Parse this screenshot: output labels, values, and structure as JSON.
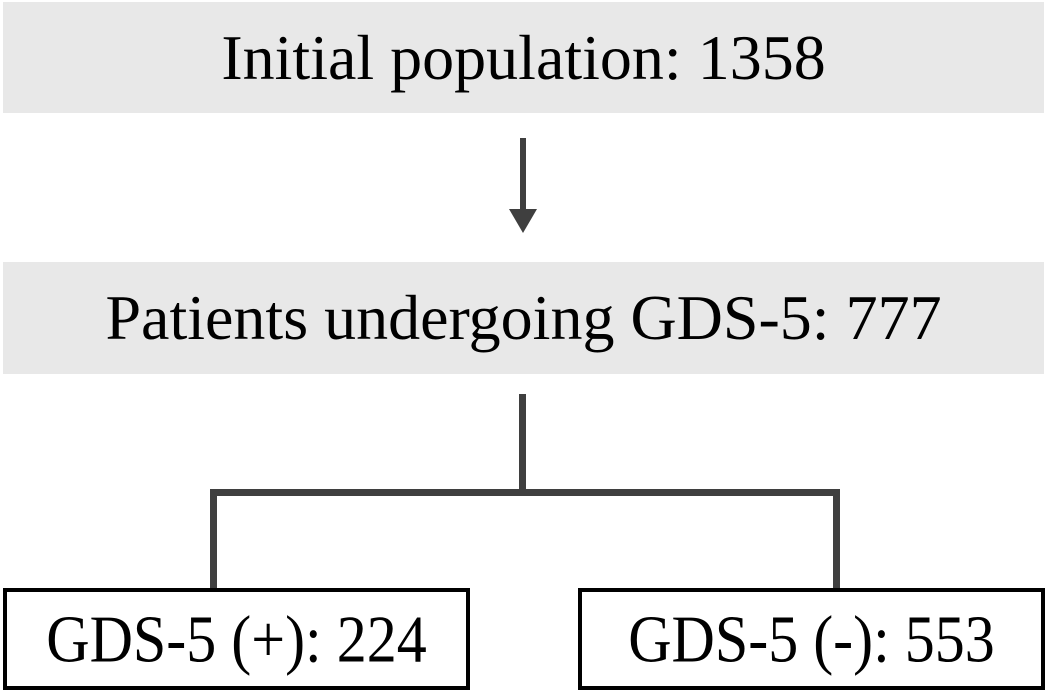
{
  "figure": {
    "background": "#ffffff",
    "colors": {
      "node_fill": "#e8e8e8",
      "connector": "#3f3f3f",
      "box_border": "#000000",
      "text": "#000000"
    },
    "nodes": {
      "initial": {
        "label": "Initial population",
        "count": 1358,
        "text": "Initial population: 1358"
      },
      "screened": {
        "label": "Patients undergoing GDS-5",
        "count": 777,
        "text": "Patients undergoing GDS-5: 777"
      },
      "positive": {
        "label": "GDS-5 (+)",
        "count": 224,
        "text": "GDS-5 (+): 224"
      },
      "negative": {
        "label": "GDS-5 (-)",
        "count": 553,
        "text": "GDS-5 (-): 553"
      }
    }
  }
}
